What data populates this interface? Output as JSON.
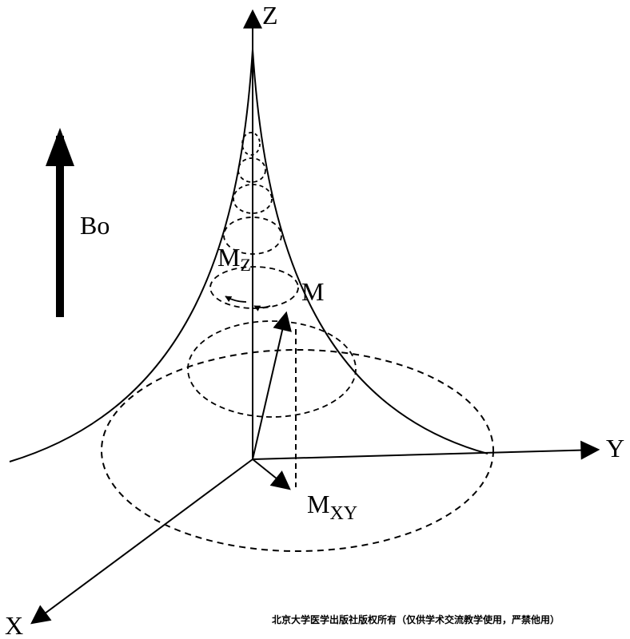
{
  "labels": {
    "axis_z": "Z",
    "axis_y": "Y",
    "axis_x": "X",
    "field": "Bo",
    "mz_main": "M",
    "mz_sub": "Z",
    "m": "M",
    "mxy_main": "M",
    "mxy_sub": "XY"
  },
  "copyright": "北京大学医学出版社版权所有（仅供学术交流教学使用，严禁他用）",
  "colors": {
    "ink": "#000000",
    "background": "#ffffff"
  }
}
